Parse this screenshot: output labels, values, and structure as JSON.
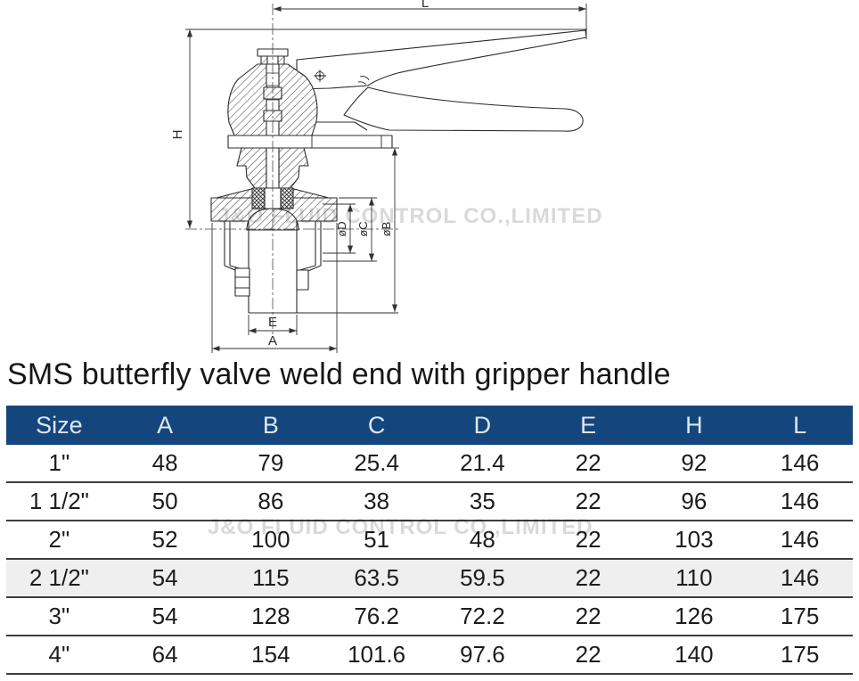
{
  "watermark_text": "J&O FLUID CONTROL CO.,LIMITED",
  "title": "SMS butterfly valve weld end with gripper handle",
  "drawing": {
    "dims": {
      "L": "L",
      "H": "H",
      "dB": "øB",
      "dC": "øC",
      "dD": "øD",
      "E": "E",
      "A": "A"
    }
  },
  "table": {
    "columns": [
      "Size",
      "A",
      "B",
      "C",
      "D",
      "E",
      "H",
      "L"
    ],
    "rows": [
      [
        "1\"",
        "48",
        "79",
        "25.4",
        "21.4",
        "22",
        "92",
        "146"
      ],
      [
        "1 1/2\"",
        "50",
        "86",
        "38",
        "35",
        "22",
        "96",
        "146"
      ],
      [
        "2\"",
        "52",
        "100",
        "51",
        "48",
        "22",
        "103",
        "146"
      ],
      [
        "2 1/2\"",
        "54",
        "115",
        "63.5",
        "59.5",
        "22",
        "110",
        "146"
      ],
      [
        "3\"",
        "54",
        "128",
        "76.2",
        "72.2",
        "22",
        "126",
        "175"
      ],
      [
        "4\"",
        "64",
        "154",
        "101.6",
        "97.6",
        "22",
        "140",
        "175"
      ]
    ]
  },
  "colors": {
    "header_bg": "#14467d",
    "header_text": "#dde6f0",
    "alt_row_bg": "#efefef",
    "separator": "#3d3d3d",
    "watermark": "#d9d9d9"
  }
}
